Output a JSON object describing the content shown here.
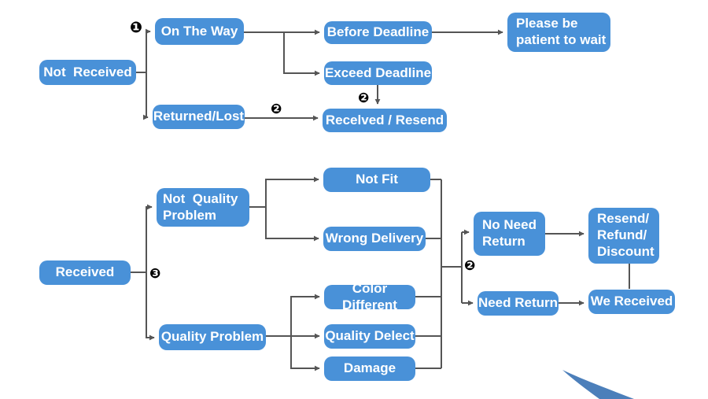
{
  "nodes": {
    "not_received": "Not  Received",
    "on_the_way": "On The Way",
    "returned_lost": "Returned/Lost",
    "before_deadline": "Before Deadline",
    "exceed_deadline": "Exceed Deadline",
    "recelved_resend": "Recelved / Resend",
    "please_wait": "Please be\npatient to wait",
    "received": "Received",
    "not_quality_problem": "Not  Quality\nProblem",
    "quality_problem": "Quality Problem",
    "not_fit": "Not Fit",
    "wrong_delivery": "Wrong Delivery",
    "color_different": "Color Different",
    "quality_delect": "Quality Delect",
    "damage": "Damage",
    "no_need_return": "No Need\nReturn",
    "resend_refund_discount": "Resend/\nRefund/\nDiscount",
    "need_return": "Need Return",
    "we_received": "We Received"
  },
  "markers": {
    "step1": "❶",
    "step2_returned": "❷",
    "step2_exceed": "❷",
    "step3": "❸",
    "step2_return": "❷"
  },
  "colors": {
    "node_fill": "#4991d8",
    "node_text": "#ffffff",
    "connector": "#555555",
    "swoosh": "#4c7fba"
  }
}
